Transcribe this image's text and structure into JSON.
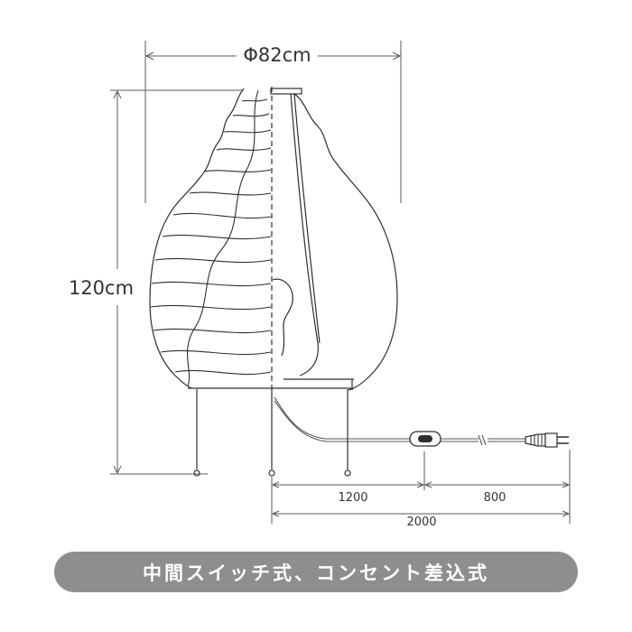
{
  "dimensions": {
    "diameter_label": "Φ82cm",
    "height_label": "120cm",
    "cord_segment_1": "1200",
    "cord_segment_2": "800",
    "cord_total": "2000"
  },
  "caption": "中間スイッチ式、コンセント差込式",
  "colors": {
    "caption_bar": "#8e8e8e",
    "caption_text": "#ffffff",
    "line": "#2e2e2e"
  }
}
